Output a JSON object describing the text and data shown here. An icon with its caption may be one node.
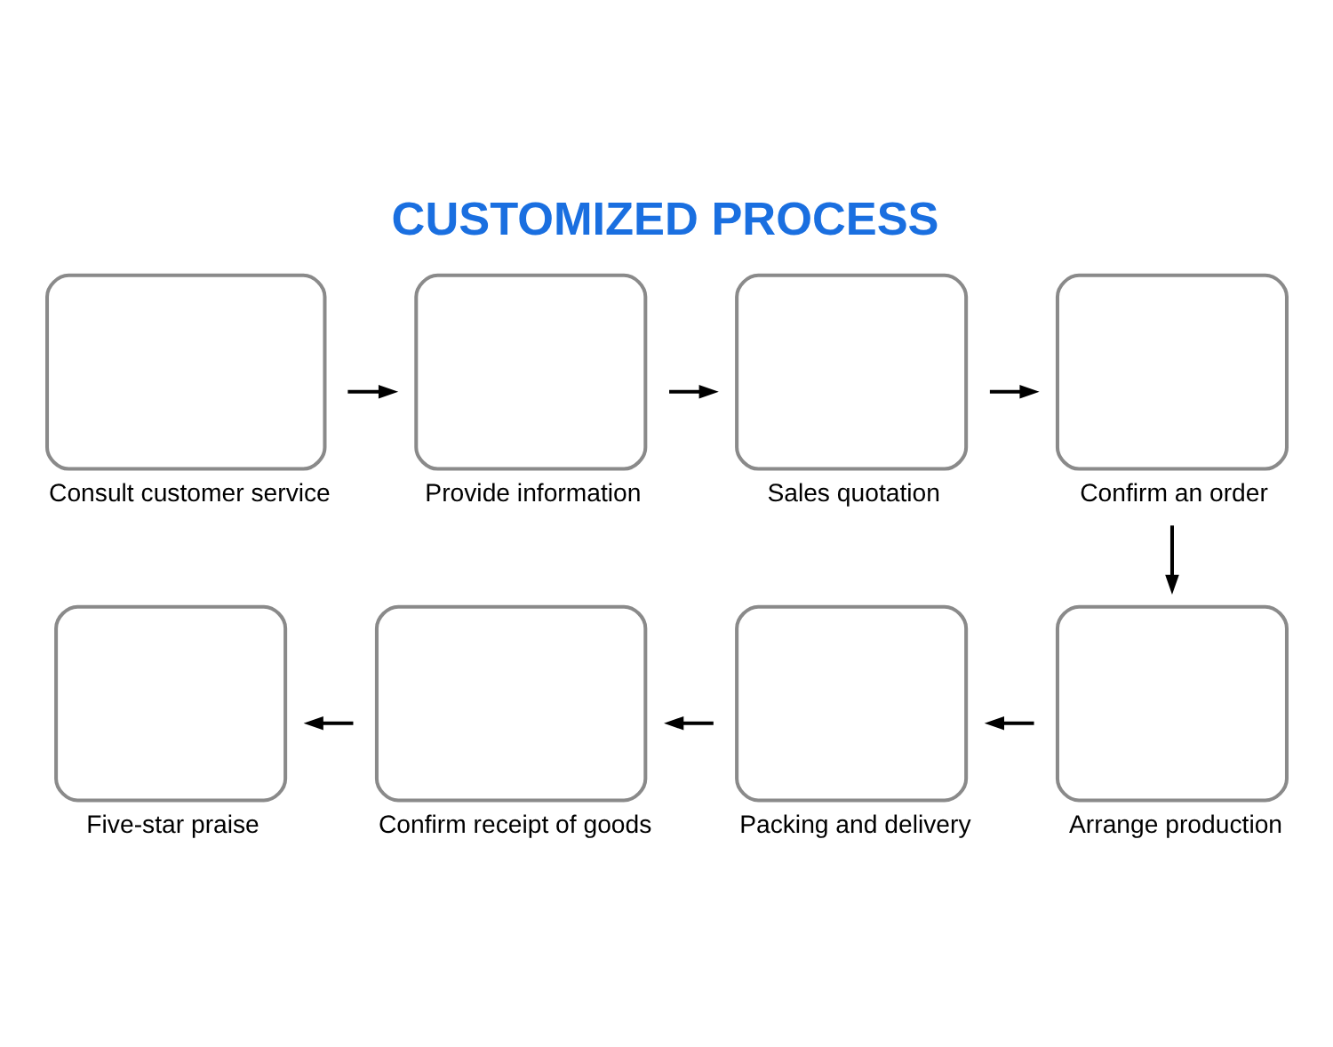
{
  "diagram": {
    "title": "CUSTOMIZED PROCESS",
    "nodes": [
      {
        "text": [],
        "shape": "box",
        "beside": [
          "Consult customer service"
        ]
      },
      {
        "text": [],
        "shape": "box",
        "beside": [
          "Provide information"
        ]
      },
      {
        "text": [],
        "shape": "box",
        "beside": [
          "Sales quotation"
        ]
      },
      {
        "text": [],
        "shape": "box",
        "beside": [
          "Confirm an order"
        ]
      },
      {
        "text": [],
        "shape": "box",
        "beside": [
          "Arrange production"
        ]
      },
      {
        "text": [],
        "shape": "box",
        "beside": [
          "Packing and delivery"
        ]
      },
      {
        "text": [],
        "shape": "box",
        "beside": [
          "Confirm receipt of goods"
        ]
      },
      {
        "text": [],
        "shape": "box",
        "beside": [
          "Five-star praise"
        ]
      }
    ],
    "edges": [
      {
        "from": 0,
        "to": 1,
        "arrow": "to"
      },
      {
        "from": 1,
        "to": 2,
        "arrow": "to"
      },
      {
        "from": 2,
        "to": 3,
        "arrow": "to"
      },
      {
        "from": 3,
        "to": 4,
        "arrow": "to"
      },
      {
        "from": 4,
        "to": 5,
        "arrow": "to"
      },
      {
        "from": 5,
        "to": 6,
        "arrow": "to"
      },
      {
        "from": 6,
        "to": 7,
        "arrow": "to"
      }
    ]
  }
}
